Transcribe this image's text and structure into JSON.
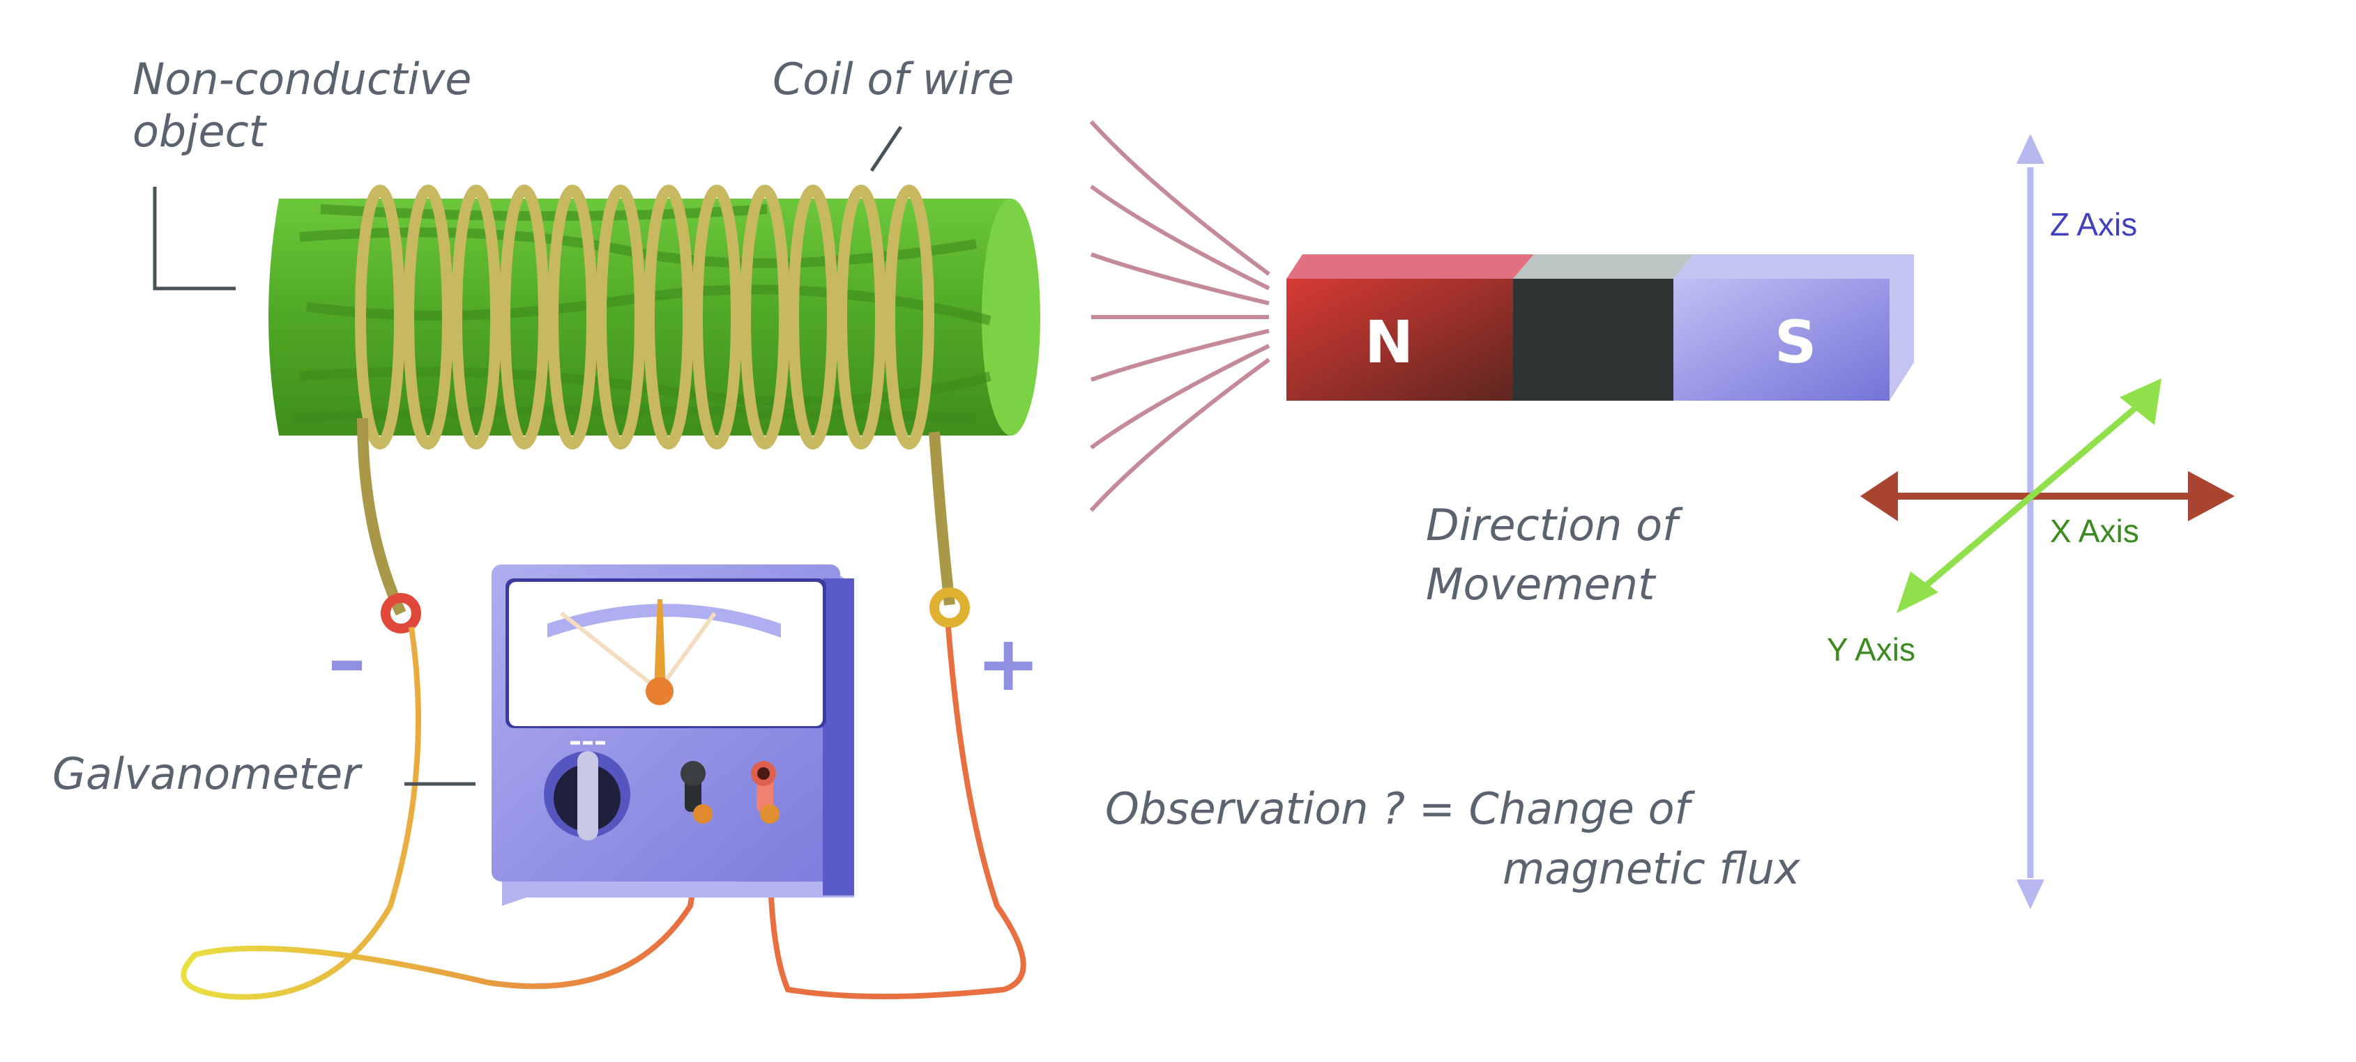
{
  "labels": {
    "non_conductive_line1": "Non-conductive",
    "non_conductive_line2": "object",
    "coil_of_wire": "Coil of wire",
    "galvanometer": "Galvanometer",
    "direction_line1": "Direction of",
    "direction_line2": "Movement",
    "observation_line1": "Observation ?  = Change of",
    "observation_line2": "magnetic flux",
    "minus": "–",
    "plus": "+"
  },
  "magnet": {
    "north": "N",
    "south": "S"
  },
  "axes": {
    "z": {
      "label": "Z Axis",
      "color": "#b8b8f0",
      "text_color": "#4040c0"
    },
    "x": {
      "label": "X Axis",
      "color": "#a84430",
      "text_color": "#3a8a20"
    },
    "y": {
      "label": "Y Axis",
      "color": "#8fe04a",
      "text_color": "#3a8a20"
    }
  },
  "colors": {
    "cylinder": "#5cb82c",
    "coil": "#c8b860",
    "galvanometer": "#9a9ae8",
    "north": "#b02c24",
    "south": "#9a9ae8",
    "field_lines": "#c48a98"
  }
}
